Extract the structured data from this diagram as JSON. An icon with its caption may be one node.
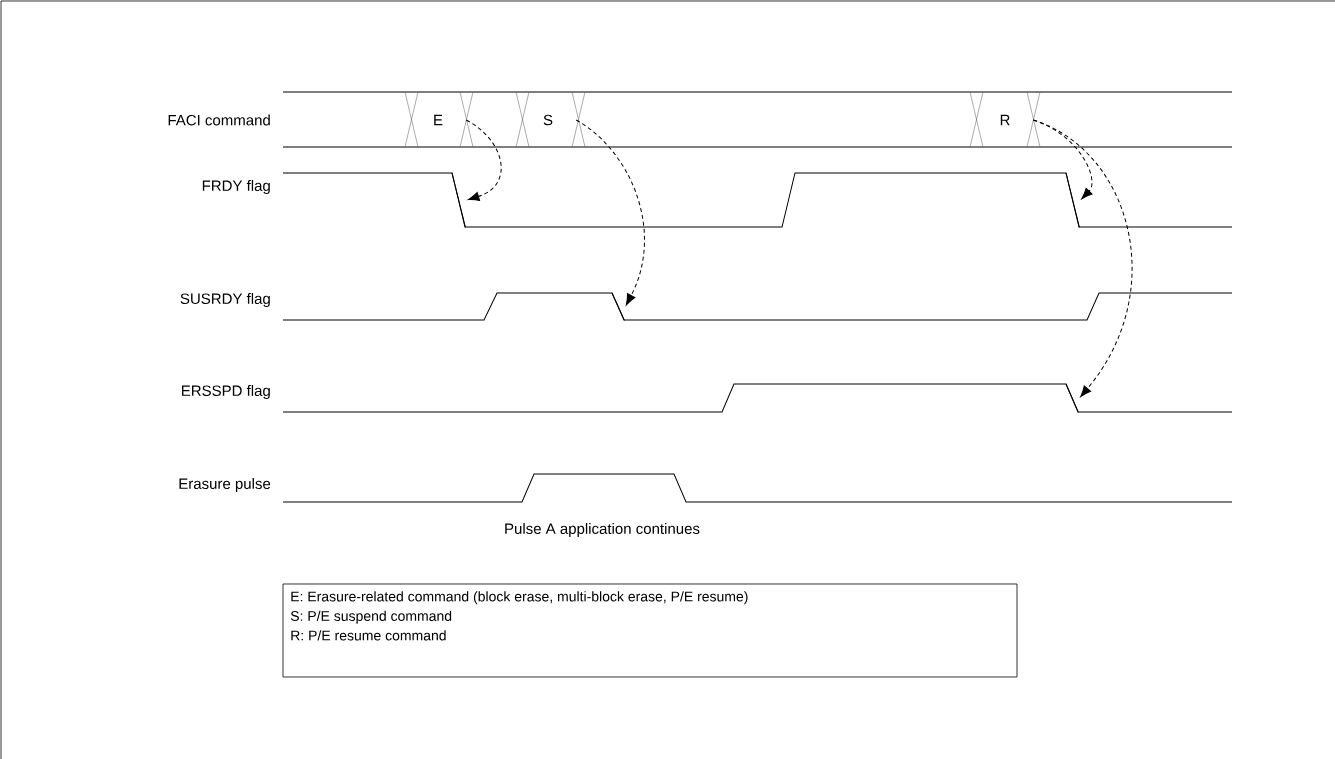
{
  "diagram": {
    "nodes": [
      {
        "text": [
          "E"
        ]
      },
      {
        "text": [
          "S"
        ]
      },
      {
        "text": [
          "R"
        ]
      },
      {
        "text": [
          "E: Erasure-related command (block erase, multi-block erase, P/E resume)",
          "S: P/E suspend command",
          "R: P/E resume command"
        ]
      },
      {
        "text": [],
        "shape": "line"
      },
      {
        "text": [],
        "shape": "line"
      },
      {
        "text": [],
        "shape": "line"
      },
      {
        "text": [],
        "shape": "line"
      }
    ],
    "edges": [
      {
        "from": 0,
        "to": 4,
        "arrow": "to",
        "style": "dashed"
      },
      {
        "from": 1,
        "to": 5,
        "arrow": "to",
        "style": "dashed"
      },
      {
        "from": 2,
        "to": 6,
        "arrow": "to",
        "style": "dashed"
      },
      {
        "from": 2,
        "to": 7,
        "arrow": "to",
        "style": "dashed"
      }
    ],
    "labels": [
      "FACI command",
      "FRDY flag",
      "SUSRDY flag",
      "ERSSPD flag",
      "Erasure pulse",
      "Pulse A application continues"
    ]
  }
}
